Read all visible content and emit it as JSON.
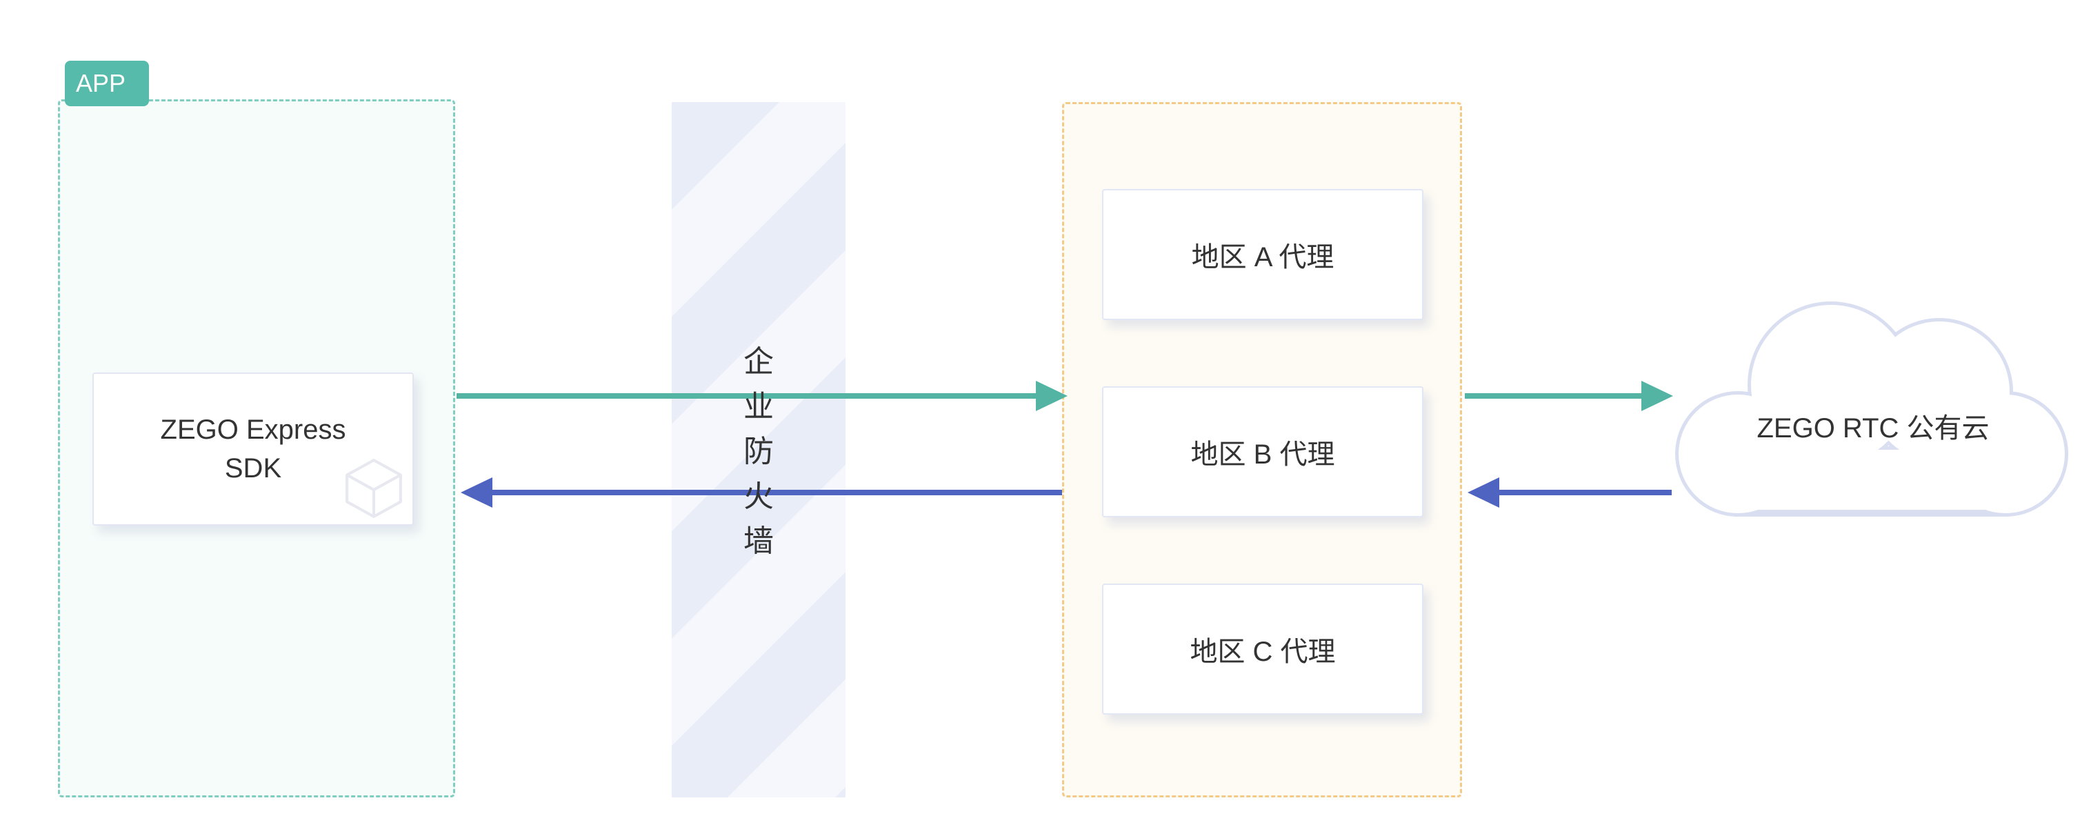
{
  "app_group": {
    "tag": "APP",
    "sdk_box": {
      "line1": "ZEGO Express",
      "line2": "SDK"
    }
  },
  "firewall": {
    "label": "企业防火墙",
    "chars": [
      "企",
      "业",
      "防",
      "火",
      "墙"
    ]
  },
  "proxies": {
    "items": [
      "地区 A 代理",
      "地区 B 代理",
      "地区 C 代理"
    ]
  },
  "cloud": {
    "label": "ZEGO RTC 公有云"
  },
  "arrows": [
    {
      "name": "request-sdk-to-proxy",
      "direction": "right",
      "color": "#53b4a4"
    },
    {
      "name": "request-proxy-to-cloud",
      "direction": "right",
      "color": "#53b4a4"
    },
    {
      "name": "response-cloud-to-proxy",
      "direction": "left",
      "color": "#4f63c0"
    },
    {
      "name": "response-proxy-to-sdk",
      "direction": "left",
      "color": "#4f63c0"
    }
  ],
  "colors": {
    "teal_accent": "#53b4a4",
    "teal_border": "#7fcebf",
    "blue_accent": "#4f63c0",
    "orange_border": "#f4cb86",
    "firewall_base": "#e9edf7",
    "text": "#333333"
  }
}
